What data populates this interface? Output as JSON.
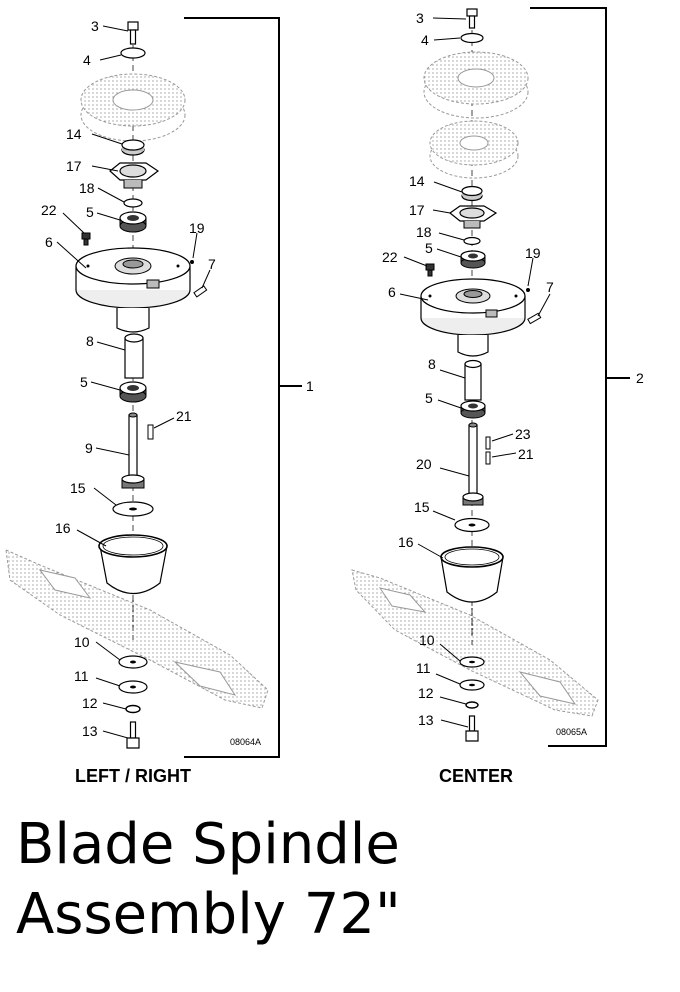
{
  "title": {
    "line1": "Blade Spindle",
    "line2": "Assembly 72\""
  },
  "panels": {
    "left": {
      "label": "LEFT / RIGHT",
      "drawing_number": "08064A",
      "assembly_callout": "1",
      "callouts": {
        "c3": "3",
        "c4": "4",
        "c14": "14",
        "c17": "17",
        "c18": "18",
        "c22": "22",
        "c5a": "5",
        "c6": "6",
        "c19": "19",
        "c7": "7",
        "c8": "8",
        "c5b": "5",
        "c21": "21",
        "c9": "9",
        "c15": "15",
        "c16": "16",
        "c10": "10",
        "c11": "11",
        "c12": "12",
        "c13": "13"
      }
    },
    "center": {
      "label": "CENTER",
      "drawing_number": "08065A",
      "assembly_callout": "2",
      "callouts": {
        "c3": "3",
        "c4": "4",
        "c14": "14",
        "c17": "17",
        "c18": "18",
        "c5a": "5",
        "c22": "22",
        "c19": "19",
        "c6": "6",
        "c7": "7",
        "c8": "8",
        "c5b": "5",
        "c23": "23",
        "c21": "21",
        "c20": "20",
        "c15": "15",
        "c16": "16",
        "c10": "10",
        "c11": "11",
        "c12": "12",
        "c13": "13"
      }
    }
  }
}
